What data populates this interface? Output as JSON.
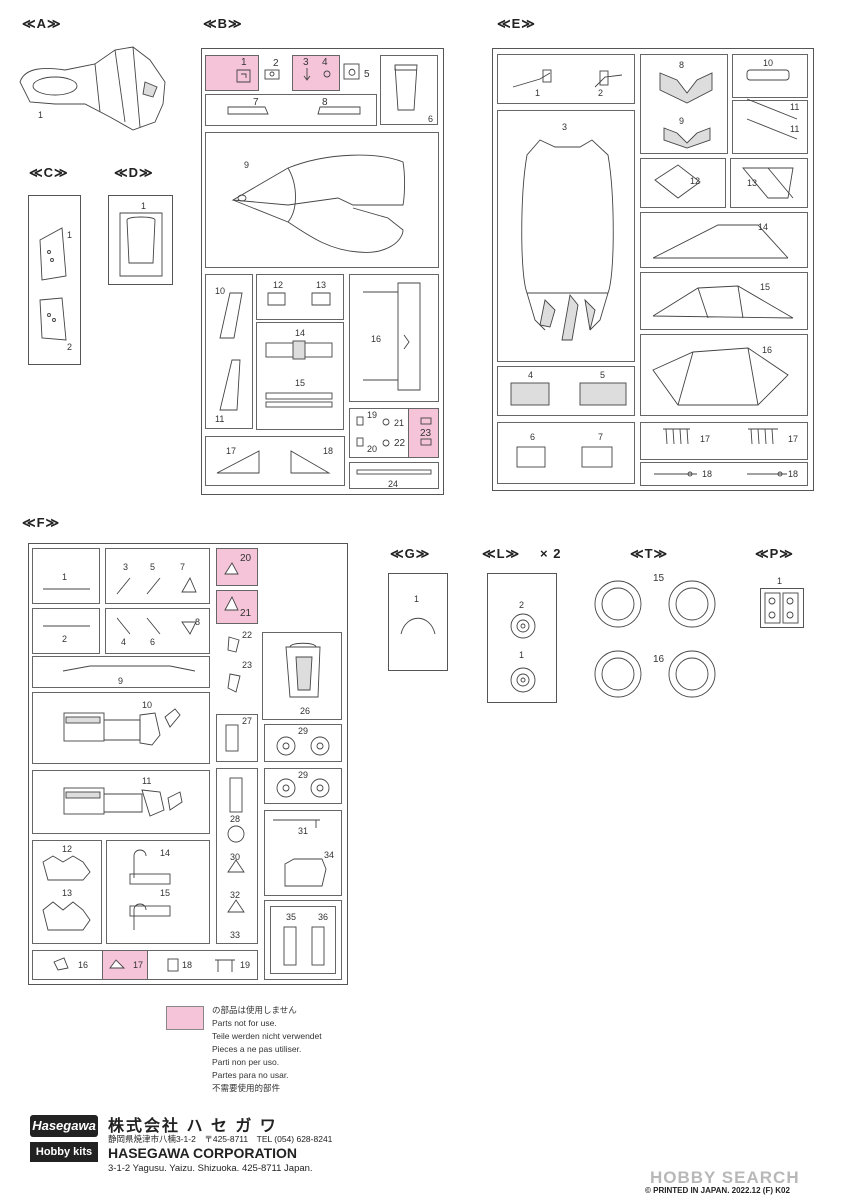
{
  "sheet": {
    "labels": {
      "A": "≪A≫",
      "B": "≪B≫",
      "C": "≪C≫",
      "D": "≪D≫",
      "E": "≪E≫",
      "F": "≪F≫",
      "G": "≪G≫",
      "L": "≪L≫",
      "L_mult": "× 2",
      "T": "≪T≫",
      "P": "≪P≫"
    },
    "A": [
      "1"
    ],
    "B": [
      "1",
      "2",
      "3",
      "4",
      "5",
      "6",
      "7",
      "8",
      "9",
      "10",
      "11",
      "12",
      "13",
      "14",
      "15",
      "16",
      "17",
      "18",
      "19",
      "20",
      "21",
      "22",
      "23",
      "24"
    ],
    "C": [
      "1",
      "2"
    ],
    "D": [
      "1"
    ],
    "E": [
      "1",
      "2",
      "3",
      "4",
      "5",
      "6",
      "7",
      "8",
      "9",
      "10",
      "11",
      "11",
      "12",
      "13",
      "14",
      "15",
      "16",
      "17",
      "17",
      "18",
      "18"
    ],
    "F": [
      "1",
      "2",
      "3",
      "4",
      "5",
      "6",
      "7",
      "8",
      "9",
      "10",
      "11",
      "12",
      "13",
      "14",
      "15",
      "16",
      "17",
      "18",
      "19",
      "20",
      "21",
      "22",
      "23",
      "26",
      "27",
      "28",
      "29",
      "29",
      "30",
      "31",
      "32",
      "33",
      "34",
      "35",
      "36"
    ],
    "G": [
      "1"
    ],
    "L": [
      "2",
      "1"
    ],
    "T": [
      "15",
      "16"
    ],
    "P": [
      "1"
    ]
  },
  "legend": {
    "lines": [
      "の部品は使用しません",
      "Parts not for use.",
      "Teile werden nicht verwendet",
      "Pieces a ne pas utiliser.",
      "Parti non per uso.",
      "Partes para no usar.",
      "不需要使用的部件"
    ]
  },
  "footer": {
    "logo_top": "Hasegawa",
    "logo_bottom": "Hobby kits",
    "company_jp": "株式会社 ハ セ ガ ワ",
    "address_jp": "静岡県焼津市八楠3-1-2　〒425-8711　TEL (054) 628-8241",
    "company_en": "HASEGAWA CORPORATION",
    "address_en": "3-1-2 Yagusu. Yaizu. Shizuoka. 425-8711 Japan.",
    "printed": "© PRINTED IN JAPAN. 2022.12 (F) K02",
    "watermark": "HOBBY SEARCH"
  }
}
